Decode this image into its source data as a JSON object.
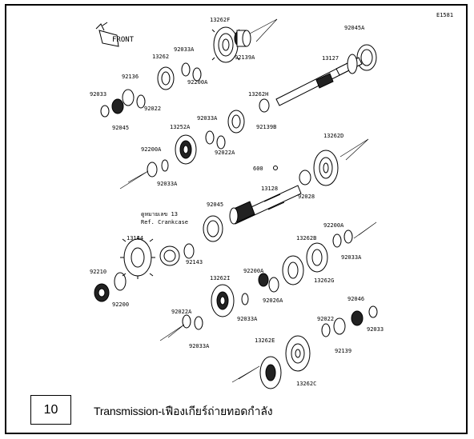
{
  "figure": {
    "code": "E1581",
    "labels": {
      "p13262F": "13262F",
      "p92045A_top": "92045A",
      "p92139A": "92139A",
      "p13127": "13127",
      "p92033A_1": "92033A",
      "p13262": "13262",
      "p92200A_1": "92200A",
      "p92136": "92136",
      "p92033": "92033",
      "p92022": "92022",
      "p92045_1": "92045",
      "p13262H": "13262H",
      "p92139B": "92139B",
      "p92033A_2": "92033A",
      "p13252A": "13252A",
      "p92022A_1": "92022A",
      "p92200A_2": "92200A",
      "p92033A_3": "92033A",
      "p13262D": "13262D",
      "p600": "600",
      "p92028": "92028",
      "p13128": "13128",
      "p92045_2": "92045",
      "ref_thai": "ดูหมายเลข 13",
      "ref_en": "Ref. Crankcase",
      "p13144": "13144",
      "p92143": "92143",
      "p92210": "92210",
      "p92200": "92200",
      "p92200A_3": "92200A",
      "p13262B": "13262B",
      "p92033A_4": "92033A",
      "p13262G": "13262G",
      "p92200A_4": "92200A",
      "p92026A": "92026A",
      "p13262I": "13262I",
      "p92033A_5": "92033A",
      "p92022A_2": "92022A",
      "p92033A_6": "92033A",
      "p92046": "92046",
      "p92022_2": "92022",
      "p92033_2": "92033",
      "p92139": "92139",
      "p13262E": "13262E",
      "p13262C": "13262C"
    }
  },
  "caption": {
    "number": "10",
    "title": "Transmission-เฟืองเกียร์ถ่ายทอดกำลัง"
  },
  "icons": {
    "front_marker": "hand-pointer-icon"
  }
}
